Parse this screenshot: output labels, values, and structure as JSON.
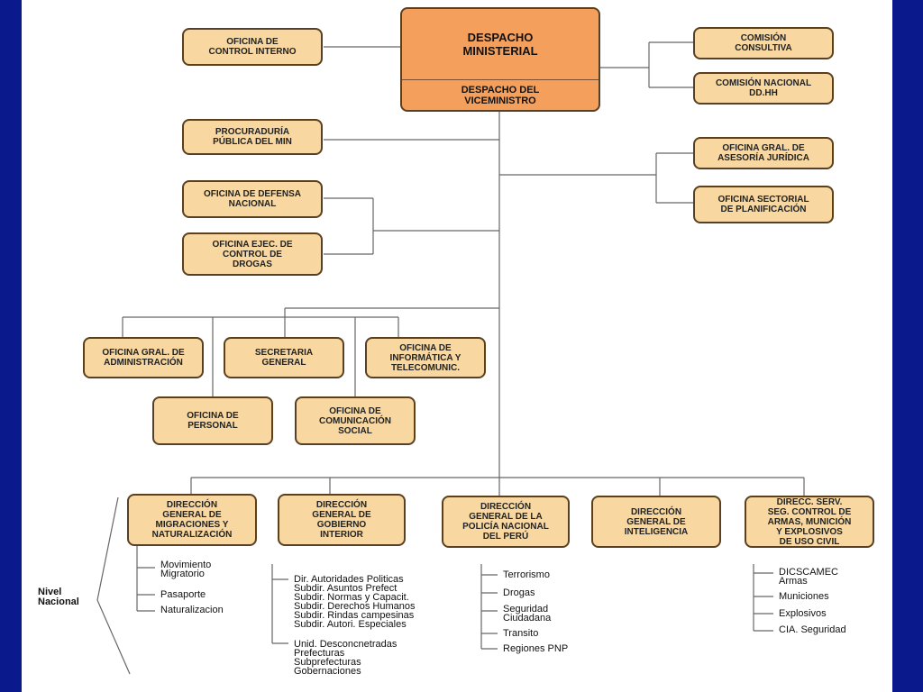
{
  "despacho": {
    "ministerial": "DESPACHO\nMINISTERIAL",
    "viceministro": "DESPACHO DEL\nVICEMINISTRO"
  },
  "left_offices": {
    "control_interno": "OFICINA DE\nCONTROL INTERNO",
    "procuraduria": "PROCURADURÍA\nPÚBLICA DEL MIN",
    "defensa_nacional": "OFICINA DE DEFENSA\nNACIONAL",
    "control_drogas": "OFICINA EJEC. DE\nCONTROL DE\nDROGAS"
  },
  "right_offices": {
    "comision_consultiva": "COMISIÓN\nCONSULTIVA",
    "comision_ddhh": "COMISIÓN NACIONAL\nDD.HH",
    "asesoria_juridica": "OFICINA GRAL. DE\nASESORÍA JURÍDICA",
    "planificacion": "OFICINA SECTORIAL\nDE PLANIFICACIÓN"
  },
  "support_offices": {
    "administracion": "OFICINA GRAL. DE\nADMINISTRACIÓN",
    "secretaria": "SECRETARIA\nGENERAL",
    "informatica": "OFICINA DE\nINFORMÁTICA Y\nTELECOMUNIC.",
    "personal": "OFICINA DE\nPERSONAL",
    "comunicacion": "OFICINA DE\nCOMUNICACIÓN\nSOCIAL"
  },
  "directions": {
    "migraciones": "DIRECCIÓN\nGENERAL DE\nMIGRACIONES Y\nNATURALIZACIÓN",
    "gobierno_interior": "DIRECCIÓN\nGENERAL DE\nGOBIERNO\nINTERIOR",
    "policia": "DIRECCIÓN\nGENERAL DE LA\nPOLICÍA NACIONAL\nDEL PERÚ",
    "inteligencia": "DIRECCIÓN\nGENERAL DE\nINTELIGENCIA",
    "control_armas": "DIRECC. SERV.\nSEG. CONTROL DE\nARMAS, MUNICIÓN\nY EXPLOSIVOS\nDE USO CIVIL"
  },
  "nivel_label": "Nivel\nNacional",
  "migraciones_items": [
    "Movimiento\nMigratorio",
    "Pasaporte",
    "Naturalizacion"
  ],
  "gobierno_items": {
    "group1": "Dir. Autoridades Politicas\nSubdir. Asuntos Prefect\nSubdir. Normas y Capacit.\nSubdir. Derechos Humanos\nSubdir. Rindas campesinas\nSubdir. Autori. Especiales",
    "group2": "Unid. Desconcnetradas\nPrefecturas\nSubprefecturas\nGobernaciones"
  },
  "policia_items": [
    "Terrorismo",
    "Drogas",
    "Seguridad\nCiudadana",
    "Transito",
    "Regiones PNP"
  ],
  "armas_items": [
    "DICSCAMEC\nArmas",
    "Municiones",
    "Explosivos",
    "CIA. Seguridad"
  ]
}
